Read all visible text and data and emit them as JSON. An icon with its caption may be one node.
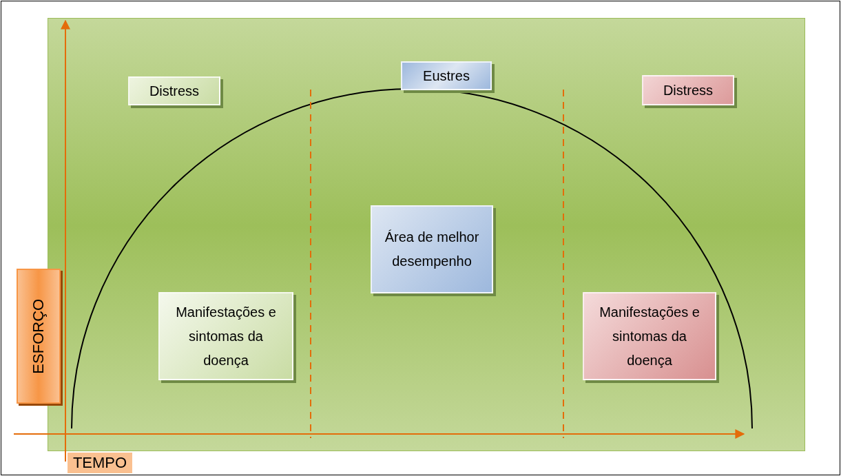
{
  "diagram": {
    "nodes": [
      {
        "text": [
          "Distress"
        ]
      },
      {
        "text": [
          "Eustres"
        ]
      },
      {
        "text": [
          "Distress"
        ]
      },
      {
        "text": [
          "Área de melhor desempenho"
        ]
      },
      {
        "text": [
          "Manifestações e sintomas da doença"
        ]
      },
      {
        "text": [
          "Manifestações e sintomas da doença"
        ]
      },
      {
        "text": [
          "ESFORÇO"
        ]
      },
      {
        "text": [
          "TEMPO"
        ]
      }
    ],
    "edges": []
  }
}
